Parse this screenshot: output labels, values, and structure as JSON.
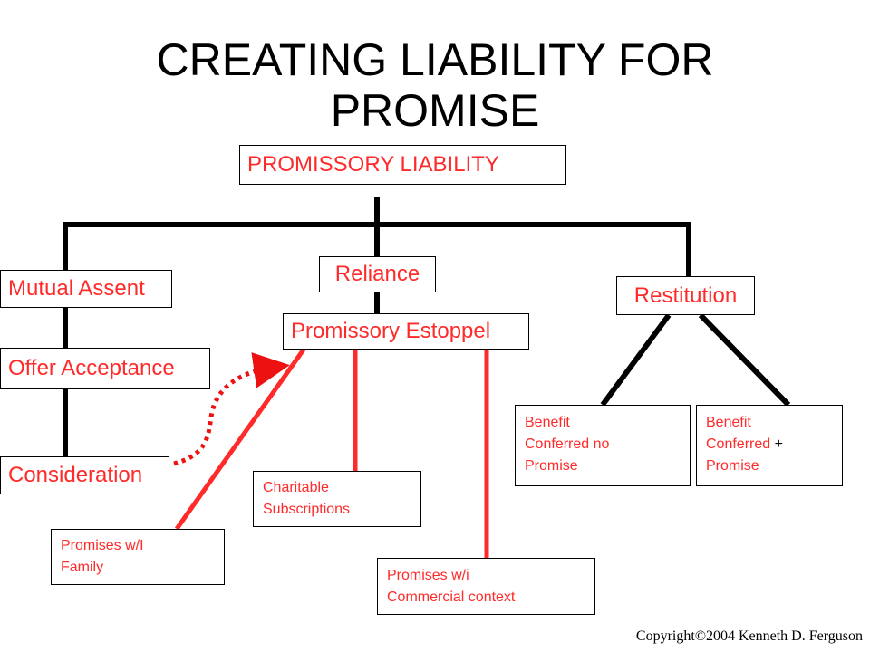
{
  "title_line1": "CREATING LIABILITY FOR",
  "title_line2": "PROMISE",
  "nodes": {
    "promissory_liability": "PROMISSORY LIABILITY",
    "mutual_assent": "Mutual Assent",
    "reliance": "Reliance",
    "restitution": "Restitution",
    "promissory_estoppel": "Promissory Estoppel",
    "offer_acceptance": "Offer Acceptance",
    "consideration": "Consideration",
    "charitable_line1": "Charitable",
    "charitable_line2": "Subscriptions",
    "family_line1": "Promises w/I",
    "family_line2": "Family",
    "commercial_line1": "Promises w/i",
    "commercial_line2": "Commercial context",
    "benefit_no_line1": "Benefit",
    "benefit_no_line2": "Conferred no",
    "benefit_no_line3": "Promise",
    "benefit_plus_line1": "Benefit",
    "benefit_plus_line2a": "Conferred ",
    "benefit_plus_plus": "+",
    "benefit_plus_line3": "Promise"
  },
  "copyright": "Copyright©2004 Kenneth D. Ferguson",
  "colors": {
    "accent": "#ff2a2a",
    "line": "#000000",
    "dotted_arrow": "#ee1111"
  }
}
